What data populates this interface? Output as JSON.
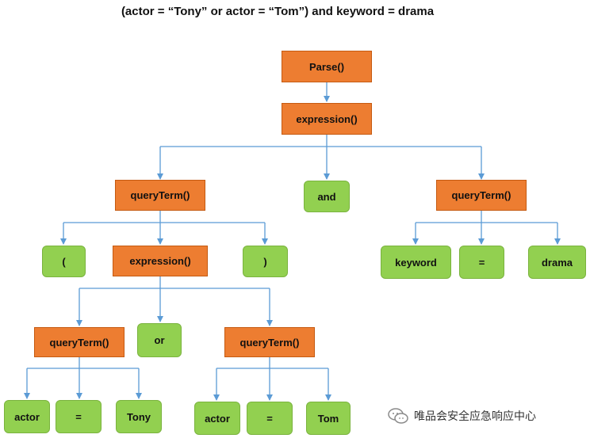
{
  "title": "(actor = “Tony” or actor = “Tom”) and keyword = drama",
  "colors": {
    "rule": "#ED7D31",
    "token": "#92D050",
    "edge": "#5B9BD5"
  },
  "nodes": {
    "parse": "Parse()",
    "expression_top": "expression()",
    "queryterm_left": "queryTerm()",
    "and": "and",
    "queryterm_right": "queryTerm()",
    "lparen": "(",
    "expression_inner": "expression()",
    "rparen": ")",
    "keyword": "keyword",
    "eq_keyword": "=",
    "drama": "drama",
    "queryterm_tony": "queryTerm()",
    "or": "or",
    "queryterm_tom": "queryTerm()",
    "actor1": "actor",
    "eq1": "=",
    "tony": "Tony",
    "actor2": "actor",
    "eq2": "=",
    "tom": "Tom"
  },
  "watermark": {
    "text": "唯品会安全应急响应中心",
    "icon": "wechat-icon"
  }
}
